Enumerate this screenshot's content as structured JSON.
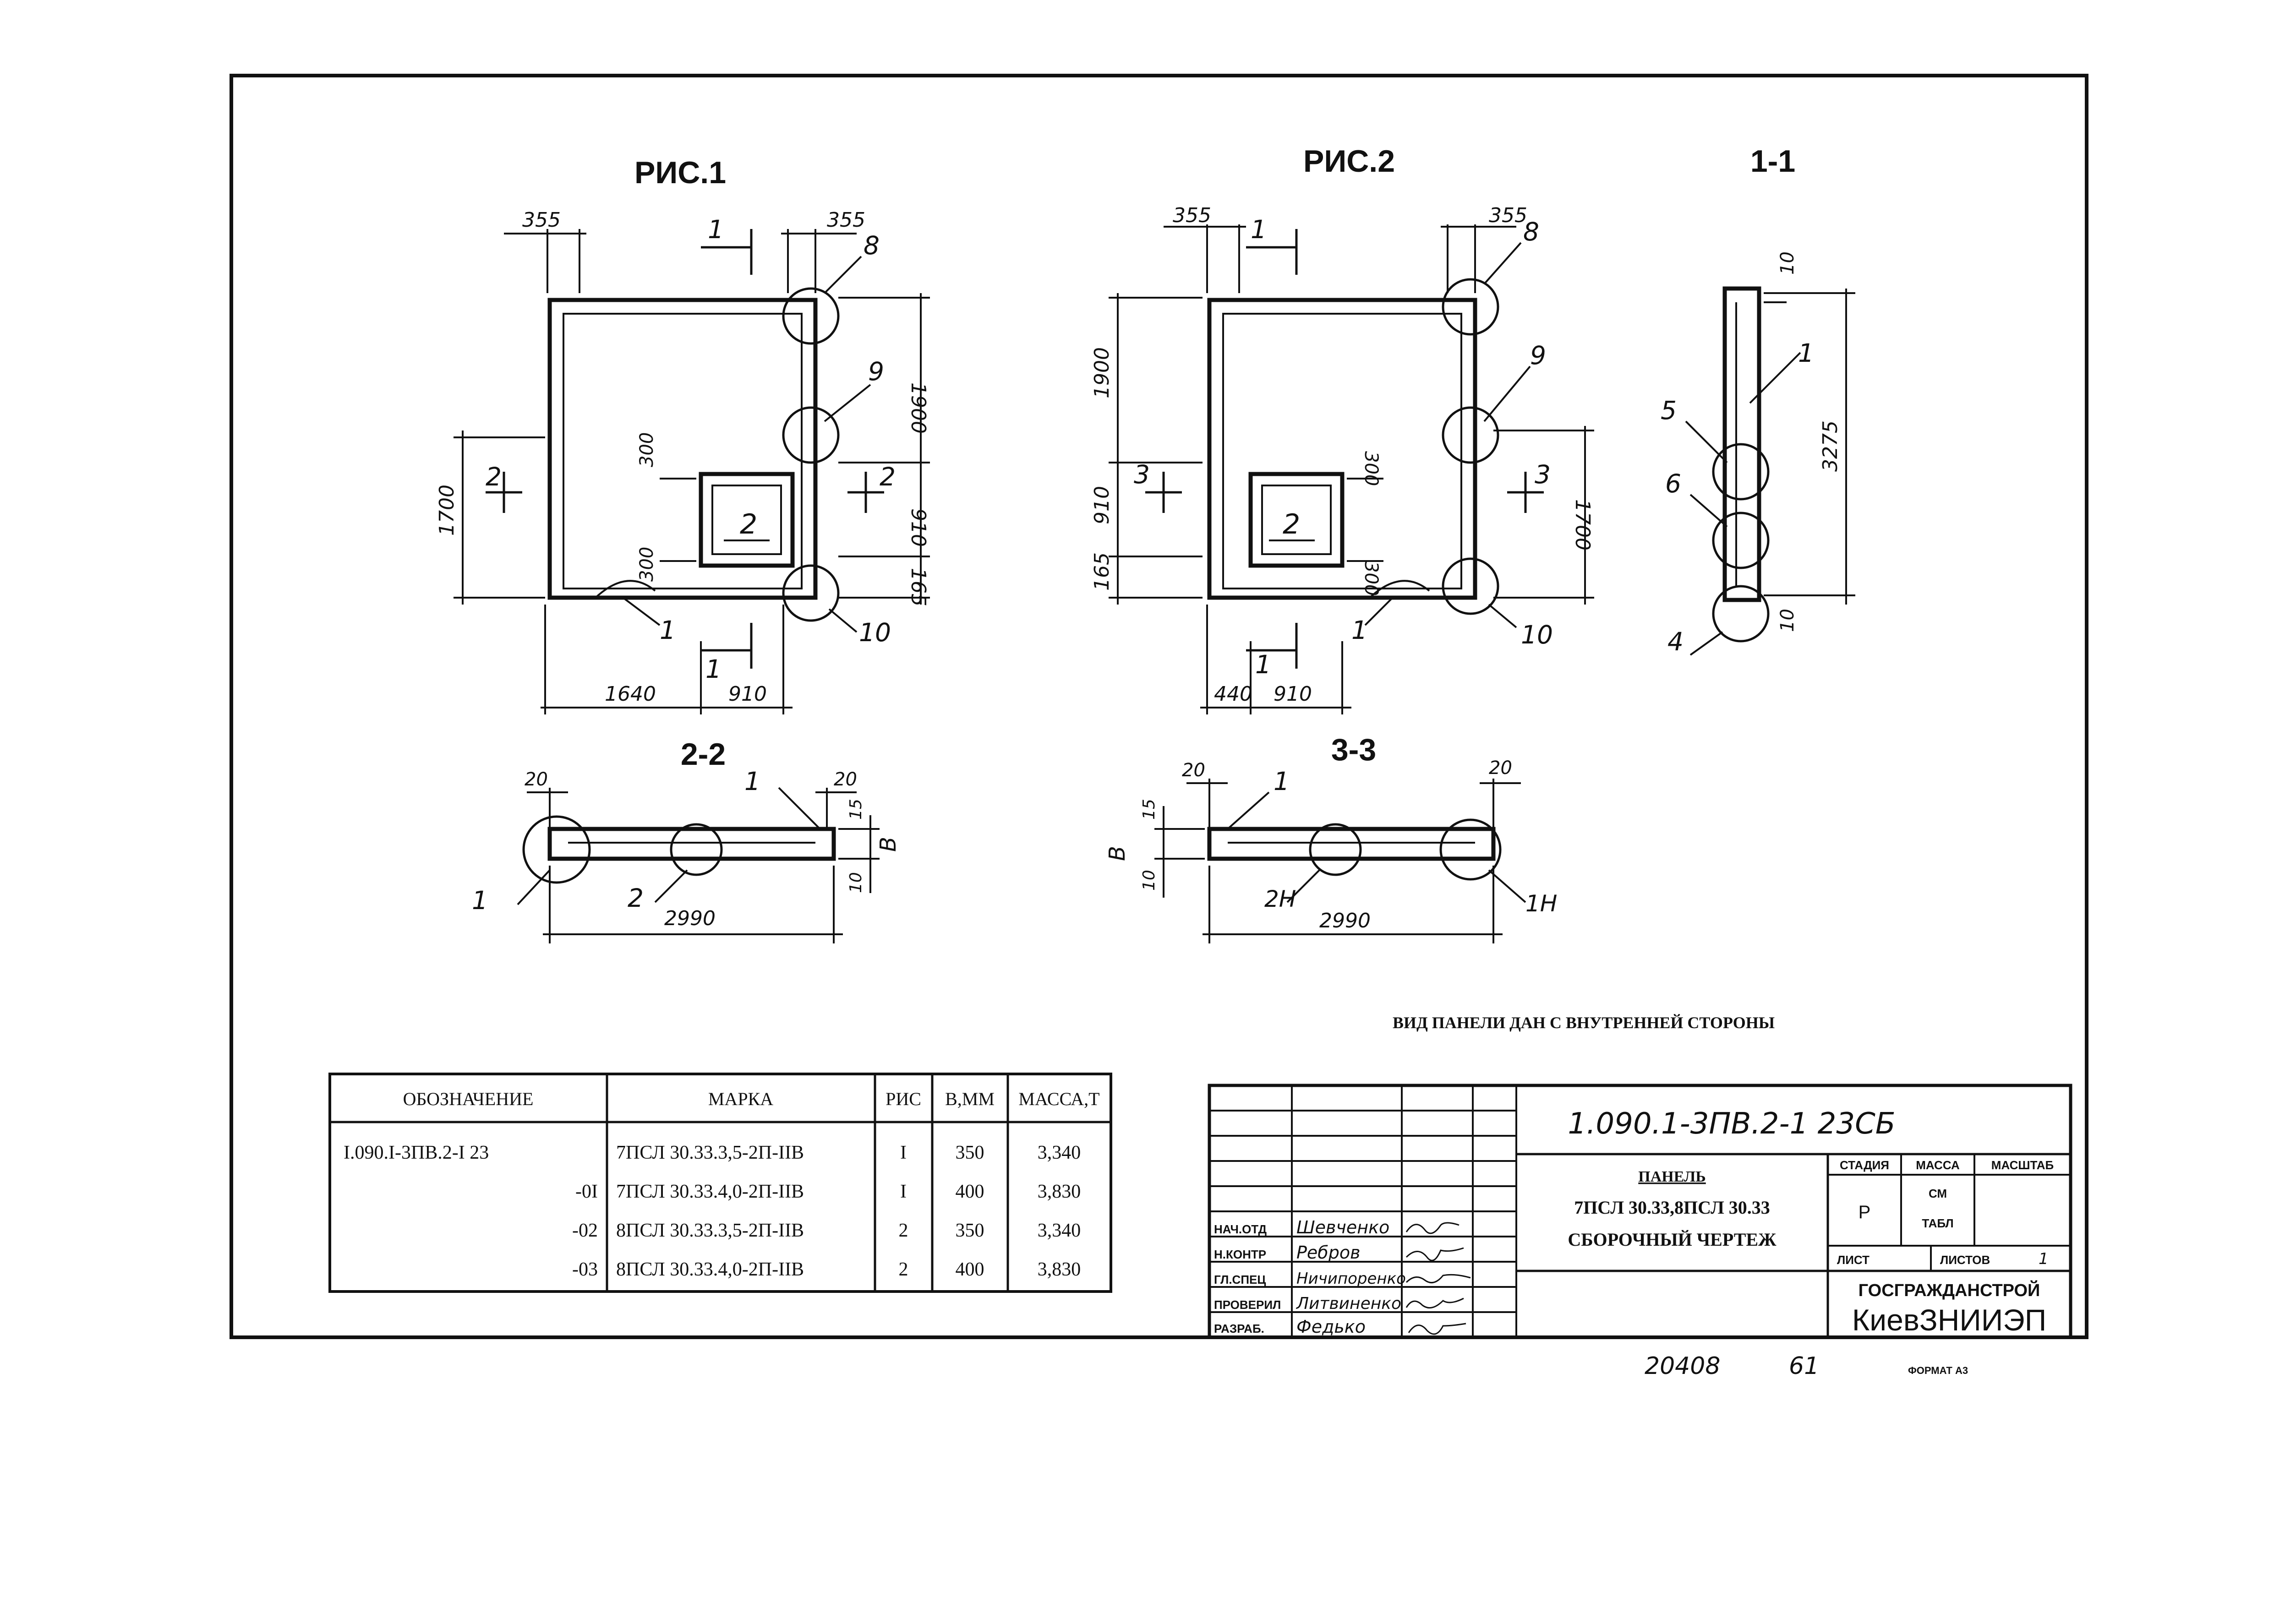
{
  "figures": {
    "fig1": {
      "title": "РИС.1",
      "dims": {
        "top_left": "355",
        "top_right": "355",
        "right_top": "1900",
        "right_mid": "910",
        "right_bottom": "165",
        "left": "1700",
        "open_top": "300",
        "open_bottom": "300",
        "bottom_left": "1640",
        "bottom_right": "910"
      },
      "section_marks": {
        "s1_top": "1",
        "s1_bottom": "1",
        "s2_left": "2",
        "s2_right": "2",
        "opening": "2"
      },
      "callouts": {
        "c1": "1",
        "c8": "8",
        "c9": "9",
        "c10": "10"
      }
    },
    "fig2": {
      "title": "РИС.2",
      "dims": {
        "top_left": "355",
        "top_right": "355",
        "left_top": "1900",
        "left_mid": "910",
        "left_bottom": "165",
        "right": "1700",
        "open_top": "300",
        "open_bottom": "300",
        "bottom_left": "440",
        "bottom_right": "910"
      },
      "section_marks": {
        "s1_top": "1",
        "s1_bottom": "1",
        "s3_left": "3",
        "s3_right": "3",
        "opening": "2"
      },
      "callouts": {
        "c1": "1",
        "c8": "8",
        "c9": "9",
        "c10": "10"
      }
    },
    "sec11": {
      "title": "1-1",
      "dims": {
        "top": "10",
        "height": "3275",
        "bottom": "10"
      },
      "callouts": {
        "c1": "1",
        "c4": "4",
        "c5": "5",
        "c6": "6"
      }
    },
    "sec22": {
      "title": "2-2",
      "dims": {
        "left": "20",
        "right": "20",
        "t15": "15",
        "b": "В",
        "b10": "10",
        "width": "2990"
      },
      "callouts": {
        "c1a": "1",
        "c1b": "1",
        "c2": "2"
      }
    },
    "sec33": {
      "title": "3-3",
      "dims": {
        "left": "20",
        "right": "20",
        "t15": "15",
        "b": "В",
        "b10": "10",
        "width": "2990"
      },
      "callouts": {
        "c1": "1",
        "c2n": "2Н",
        "c1n": "1Н"
      }
    }
  },
  "note": "ВИД ПАНЕЛИ ДАН С ВНУТРЕННЕЙ СТОРОНЫ",
  "spec_table": {
    "headers": [
      "ОБОЗНАЧЕНИЕ",
      "МАРКА",
      "РИС",
      "В,ММ",
      "МАССА,Т"
    ],
    "rows": [
      [
        "I.090.I-3ПВ.2-I 23",
        "7ПСЛ 30.33.3,5-2П-IIВ",
        "I",
        "350",
        "3,340"
      ],
      [
        "-0I",
        "7ПСЛ 30.33.4,0-2П-IIВ",
        "I",
        "400",
        "3,830"
      ],
      [
        "-02",
        "8ПСЛ 30.33.3,5-2П-IIВ",
        "2",
        "350",
        "3,340"
      ],
      [
        "-03",
        "8ПСЛ 30.33.4,0-2П-IIВ",
        "2",
        "400",
        "3,830"
      ]
    ]
  },
  "title_block": {
    "doc_code": "1.090.1-3ПВ.2-1 23СБ",
    "title_line1": "ПАНЕЛЬ",
    "title_line2": "7ПСЛ 30.33,8ПСЛ 30.33",
    "title_line3": "СБОРОЧНЫЙ ЧЕРТЕЖ",
    "stage_label": "СТАДИЯ",
    "mass_label": "МАССА",
    "scale_label": "МАСШТАБ",
    "stage_value": "Р",
    "mass_value_1": "СМ",
    "mass_value_2": "ТАБЛ",
    "sheet_label": "ЛИСТ",
    "sheets_label": "ЛИСТОВ",
    "sheets_value": "1",
    "org_line1": "ГОСГРАЖДАНСТРОЙ",
    "org_line2": "КиевЗНИИЭП",
    "roles": [
      {
        "role": "НАЧ.ОТД",
        "name": "Шевченко"
      },
      {
        "role": "Н.КОНТР",
        "name": "Ребров"
      },
      {
        "role": "ГЛ.СПЕЦ",
        "name": "Ничипоренко"
      },
      {
        "role": "ПРОВЕРИЛ",
        "name": "Литвиненко"
      },
      {
        "role": "РАЗРАБ.",
        "name": "Федько"
      }
    ]
  },
  "footer": {
    "number": "20408",
    "page": "61",
    "format": "ФОРМАТ А3"
  }
}
